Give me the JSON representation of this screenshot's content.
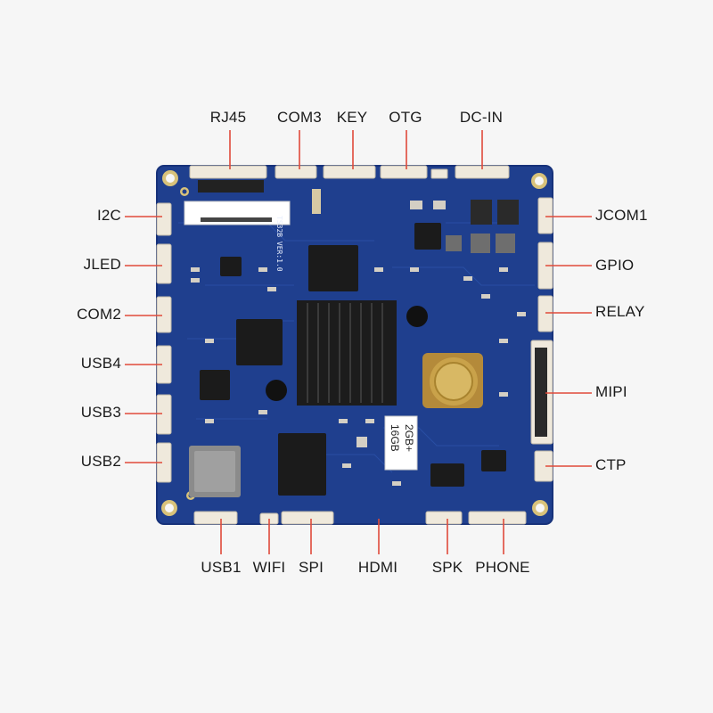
{
  "labels": {
    "top": [
      "RJ45",
      "COM3",
      "KEY",
      "OTG",
      "DC-IN"
    ],
    "left": [
      "I2C",
      "JLED",
      "COM2",
      "USB4",
      "USB3",
      "USB2"
    ],
    "right": [
      "JCOM1",
      "GPIO",
      "RELAY",
      "MIPI",
      "CTP"
    ],
    "bottom": [
      "USB1",
      "WIFI",
      "SPI",
      "HDMI",
      "SPK",
      "PHONE"
    ]
  },
  "board_text": {
    "model": "TS32B VER:1.0",
    "memory_line1": "2GB+",
    "memory_line2": "16GB"
  },
  "colors": {
    "board": "#1f3f8e",
    "board_edge": "#17327a",
    "connector": "#efe9dc",
    "heatsink": "#1c1c1c",
    "gold": "#c9a24a",
    "leader": "#e04a3a",
    "label": "#1a1a1a"
  }
}
